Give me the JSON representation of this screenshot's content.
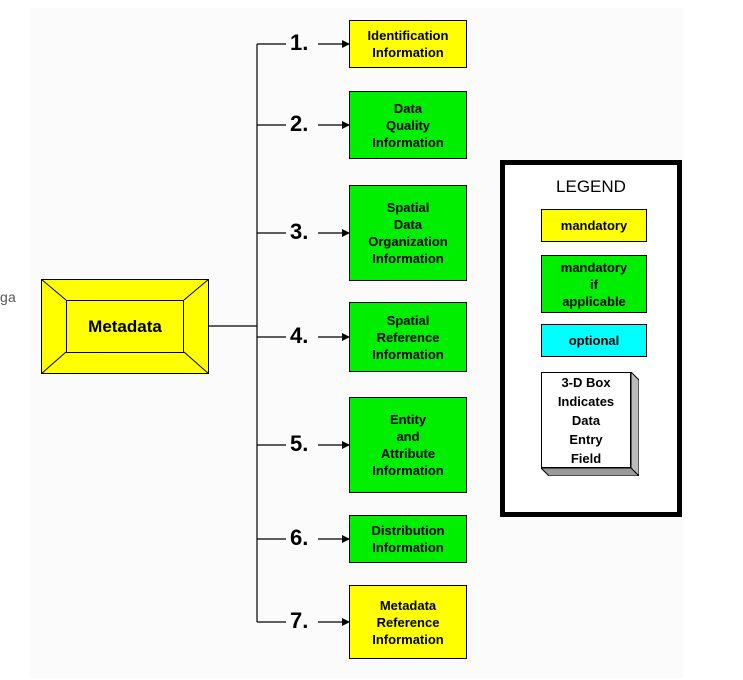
{
  "cut_text": "ga",
  "root": {
    "label": "Metadata"
  },
  "sections": [
    {
      "number": "1.",
      "lines": [
        "Identification",
        "Information"
      ],
      "status": "mandatory"
    },
    {
      "number": "2.",
      "lines": [
        "Data",
        "Quality",
        "Information"
      ],
      "status": "mandatory if applicable"
    },
    {
      "number": "3.",
      "lines": [
        "Spatial",
        "Data",
        "Organization",
        "Information"
      ],
      "status": "mandatory if applicable"
    },
    {
      "number": "4.",
      "lines": [
        "Spatial",
        "Reference",
        "Information"
      ],
      "status": "mandatory if applicable"
    },
    {
      "number": "5.",
      "lines": [
        "Entity",
        "and",
        "Attribute",
        "Information"
      ],
      "status": "mandatory if applicable"
    },
    {
      "number": "6.",
      "lines": [
        "Distribution",
        "Information"
      ],
      "status": "mandatory if applicable"
    },
    {
      "number": "7.",
      "lines": [
        "Metadata",
        "Reference",
        "Information"
      ],
      "status": "mandatory"
    }
  ],
  "legend": {
    "title": "LEGEND",
    "items": [
      {
        "lines": [
          "mandatory"
        ],
        "color": "#ffff00"
      },
      {
        "lines": [
          "mandatory",
          "if",
          "applicable"
        ],
        "color": "#00ee00"
      },
      {
        "lines": [
          "optional"
        ],
        "color": "#00ffff"
      }
    ],
    "box3d_lines": [
      "3-D Box",
      "Indicates",
      "Data",
      "Entry",
      "Field"
    ]
  },
  "colors": {
    "yellow": "#ffff00",
    "green": "#00ee00",
    "cyan": "#00ffff",
    "line": "#000000"
  }
}
